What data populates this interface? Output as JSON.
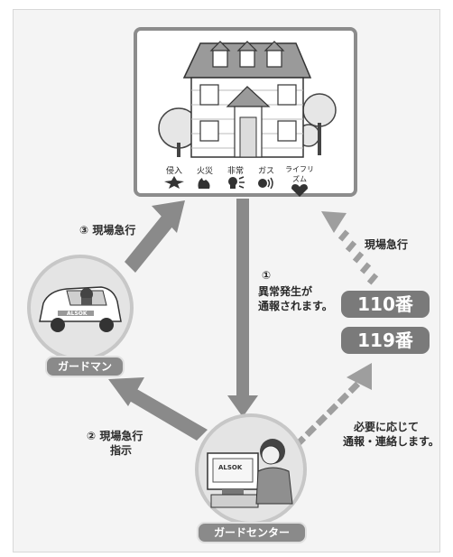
{
  "house_panel": {
    "categories": [
      {
        "label": "侵入",
        "icon": "intrusion-icon"
      },
      {
        "label": "火災",
        "icon": "fire-icon"
      },
      {
        "label": "非常",
        "icon": "emergency-icon"
      },
      {
        "label": "ガス",
        "icon": "gas-icon"
      },
      {
        "label": "ライフリズム",
        "icon": "heart-icon"
      }
    ]
  },
  "steps": {
    "step1_num": "①",
    "step1_line1": "異常発生が",
    "step1_line2": "通報されます。",
    "step2_num": "② 現場急行",
    "step2_line2": "指示",
    "step3": "③ 現場急行",
    "rush_label": "現場急行",
    "notify_line1": "必要に応じて",
    "notify_line2": "通報・連絡します。"
  },
  "numbers": {
    "police": "110番",
    "fire": "119番"
  },
  "nodes": {
    "guardman": "ガードマン",
    "center": "ガードセンター",
    "car_logo": "ALSOK",
    "monitor_logo": "ALSOK"
  },
  "colors": {
    "arrow": "#8a8a8a",
    "dashed_arrow": "#9e9e9e",
    "number_box": "#7a7a7a"
  }
}
